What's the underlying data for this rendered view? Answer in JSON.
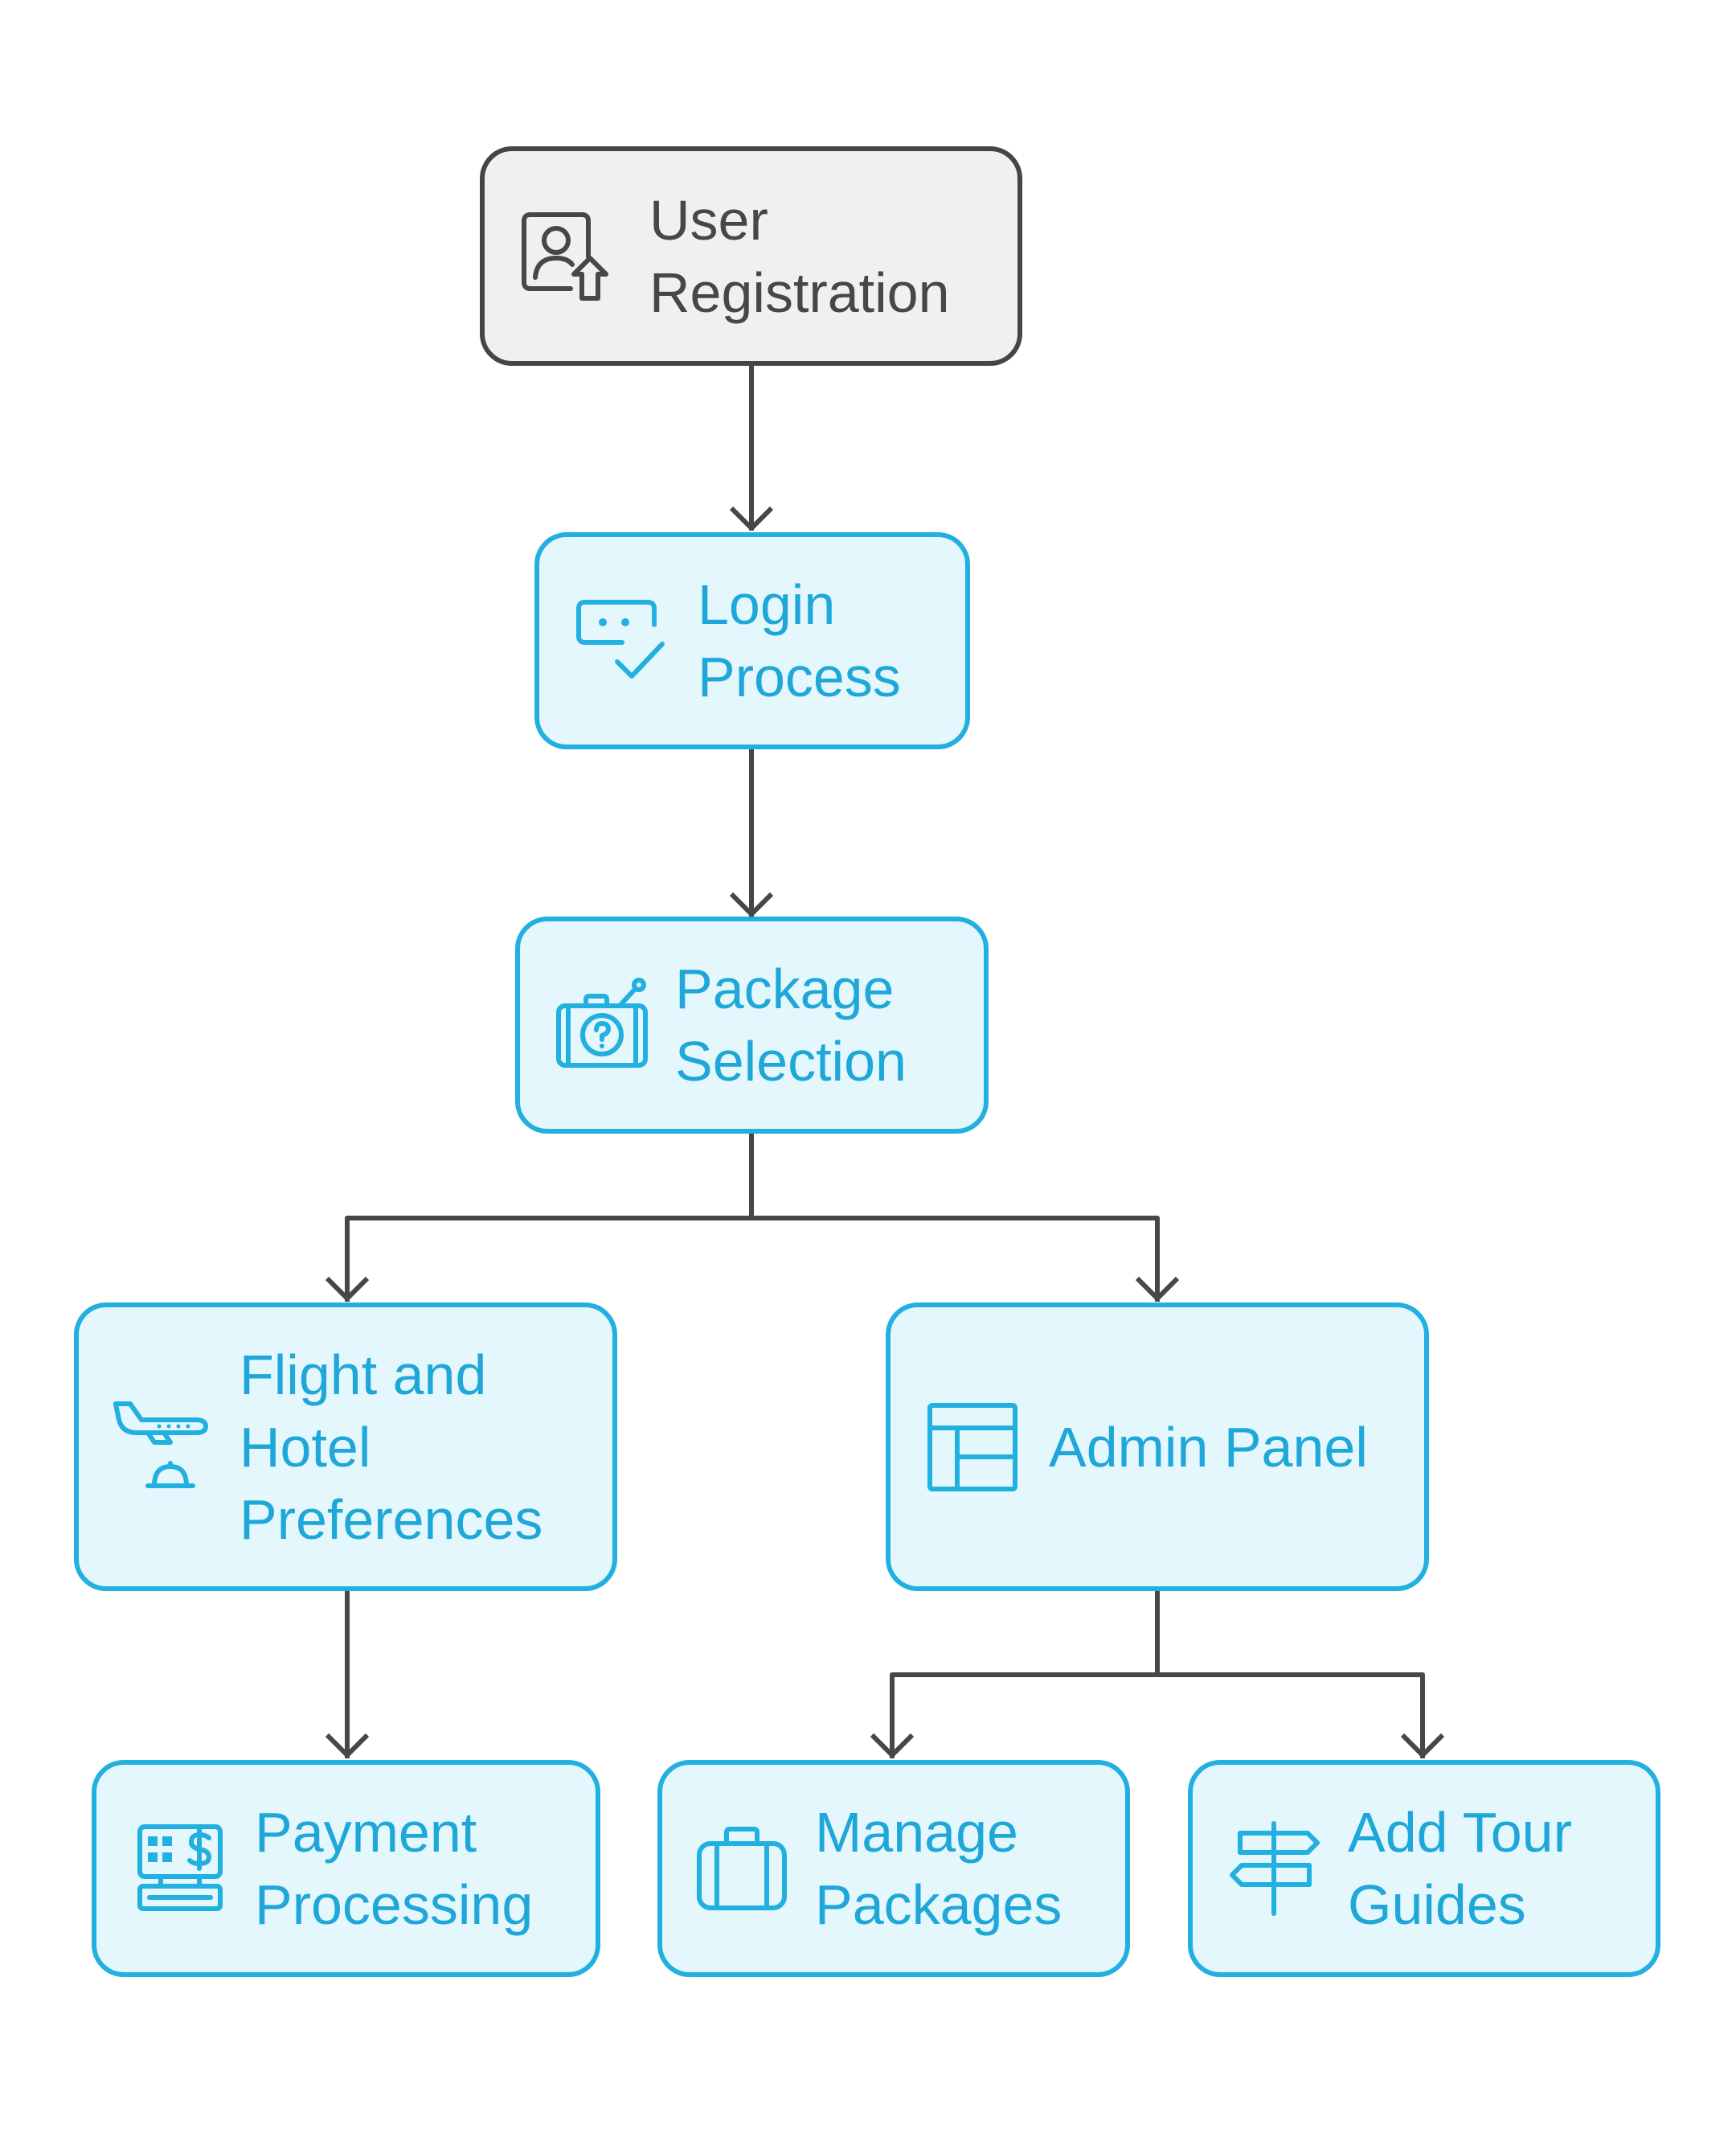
{
  "colors": {
    "accent_stroke": "#21b0e0",
    "accent_fill": "#e3f7fc",
    "accent_text": "#1ea7d8",
    "neutral_stroke": "#454545",
    "neutral_fill": "#f0f0f0",
    "neutral_text": "#474747",
    "connector": "#474747"
  },
  "nodes": {
    "user_registration": {
      "lines": [
        "User",
        "Registration"
      ],
      "icon": "user-upload-icon"
    },
    "login_process": {
      "lines": [
        "Login",
        "Process"
      ],
      "icon": "password-check-icon"
    },
    "package_selection": {
      "lines": [
        "Package",
        "Selection"
      ],
      "icon": "camera-question-icon"
    },
    "flight_hotel": {
      "lines": [
        "Flight and",
        "Hotel",
        "Preferences"
      ],
      "icon": "plane-hotel-icon"
    },
    "admin_panel": {
      "lines": [
        "Admin Panel"
      ],
      "icon": "layout-panel-icon"
    },
    "payment_processing": {
      "lines": [
        "Payment",
        "Processing"
      ],
      "icon": "cash-register-icon"
    },
    "manage_packages": {
      "lines": [
        "Manage",
        "Packages"
      ],
      "icon": "suitcase-icon"
    },
    "add_tour_guides": {
      "lines": [
        "Add Tour",
        "Guides"
      ],
      "icon": "signpost-icon"
    }
  }
}
